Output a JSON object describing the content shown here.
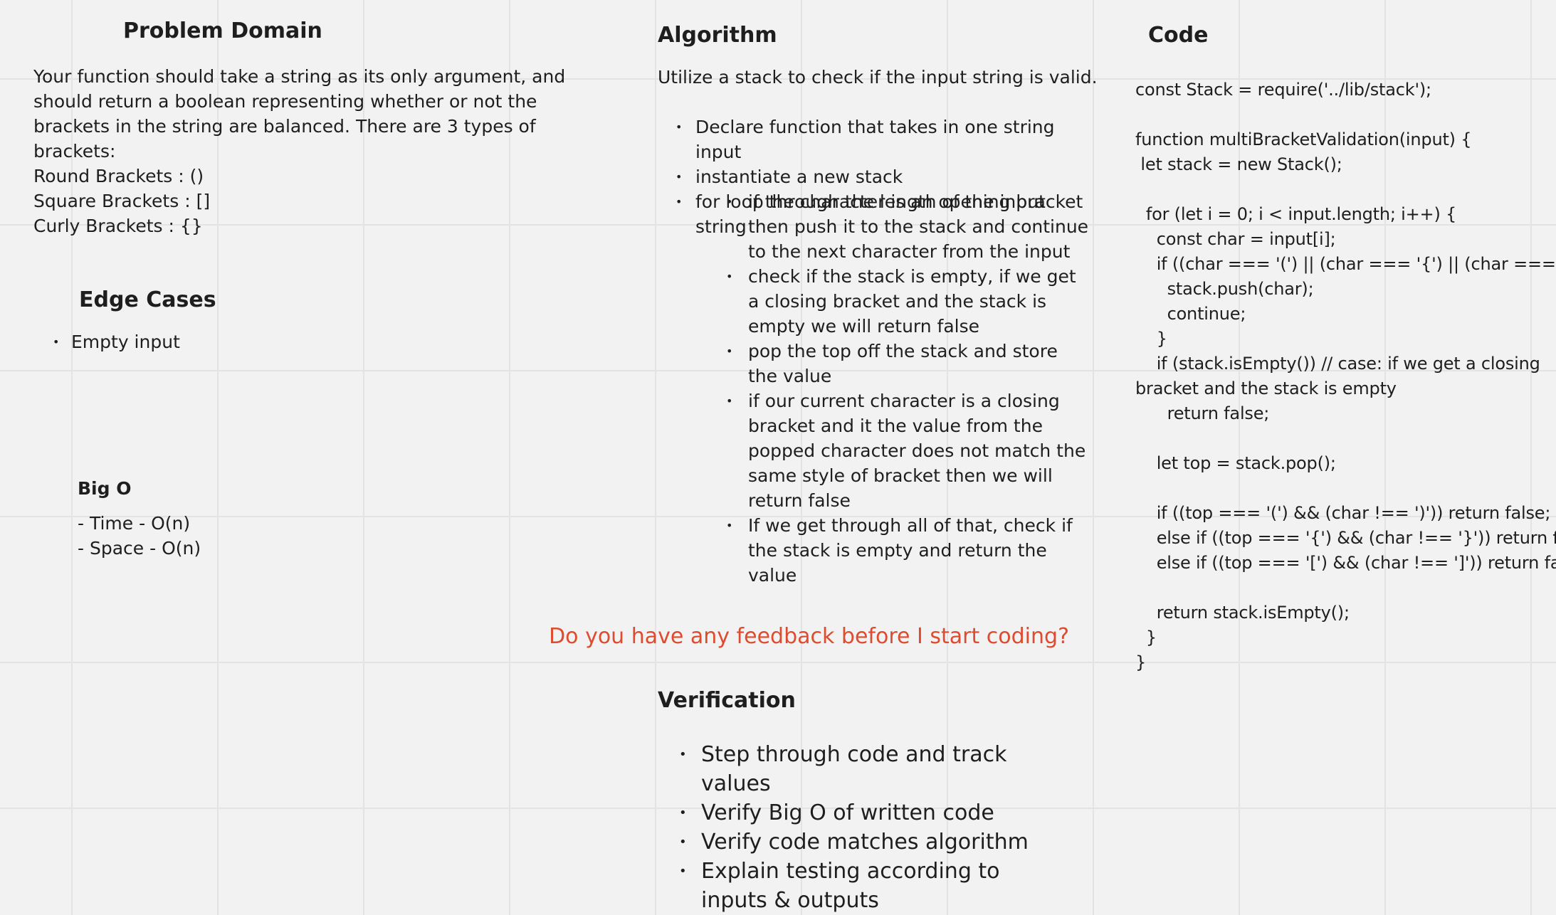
{
  "problem_domain": {
    "title": "Problem Domain",
    "description": "Your function should take a string as its only argument, and should return a boolean representing whether or not the brackets in the string are balanced. There are 3 types of brackets:",
    "bracket_types": [
      "Round Brackets : ()",
      "Square Brackets : []",
      "Curly Brackets : {}"
    ]
  },
  "edge_cases": {
    "title": "Edge Cases",
    "items": [
      "Empty input"
    ]
  },
  "big_o": {
    "title": "Big O",
    "lines": [
      "- Time - O(n)",
      "- Space - O(n)"
    ]
  },
  "algorithm": {
    "title": "Algorithm",
    "intro": "Utilize a stack to check if the input string is valid.",
    "steps": [
      "Declare function that takes in one string input",
      "instantiate a new stack",
      "for loop through the length of the input string"
    ],
    "substeps": [
      "if the character is an opening bracket then push it to the stack and continue to the next character from the input",
      "check if the stack is empty, if we get a closing bracket and the stack is empty we will return false",
      "pop the top off the stack and store the value",
      "if our current character is a closing bracket and it the value from the popped character does not match the same style of bracket then we will return false",
      "If we get through all of that, check if the stack is empty and return the value"
    ]
  },
  "feedback_prompt": "Do you have any feedback before I start coding?",
  "verification": {
    "title": "Verification",
    "items": [
      "Step through code and track values",
      "Verify Big O of written code",
      "Verify code matches algorithm",
      "Explain testing according to inputs & outputs"
    ]
  },
  "code": {
    "title": "Code",
    "lines": [
      "const Stack = require('../lib/stack');",
      "",
      "function multiBracketValidation(input) {",
      " let stack = new Stack();",
      "",
      "  for (let i = 0; i < input.length; i++) {",
      "    const char = input[i];",
      "    if ((char === '(') || (char === '{') || (char === '[')) {",
      "      stack.push(char);",
      "      continue;",
      "    }",
      "    if (stack.isEmpty()) // case: if we get a closing",
      "bracket and the stack is empty",
      "      return false;",
      "",
      "    let top = stack.pop();",
      "",
      "    if ((top === '(') && (char !== ')')) return false;",
      "    else if ((top === '{') && (char !== '}')) return false;",
      "    else if ((top === '[') && (char !== ']')) return false;",
      "",
      "    return stack.isEmpty();",
      "  }",
      "}"
    ]
  }
}
